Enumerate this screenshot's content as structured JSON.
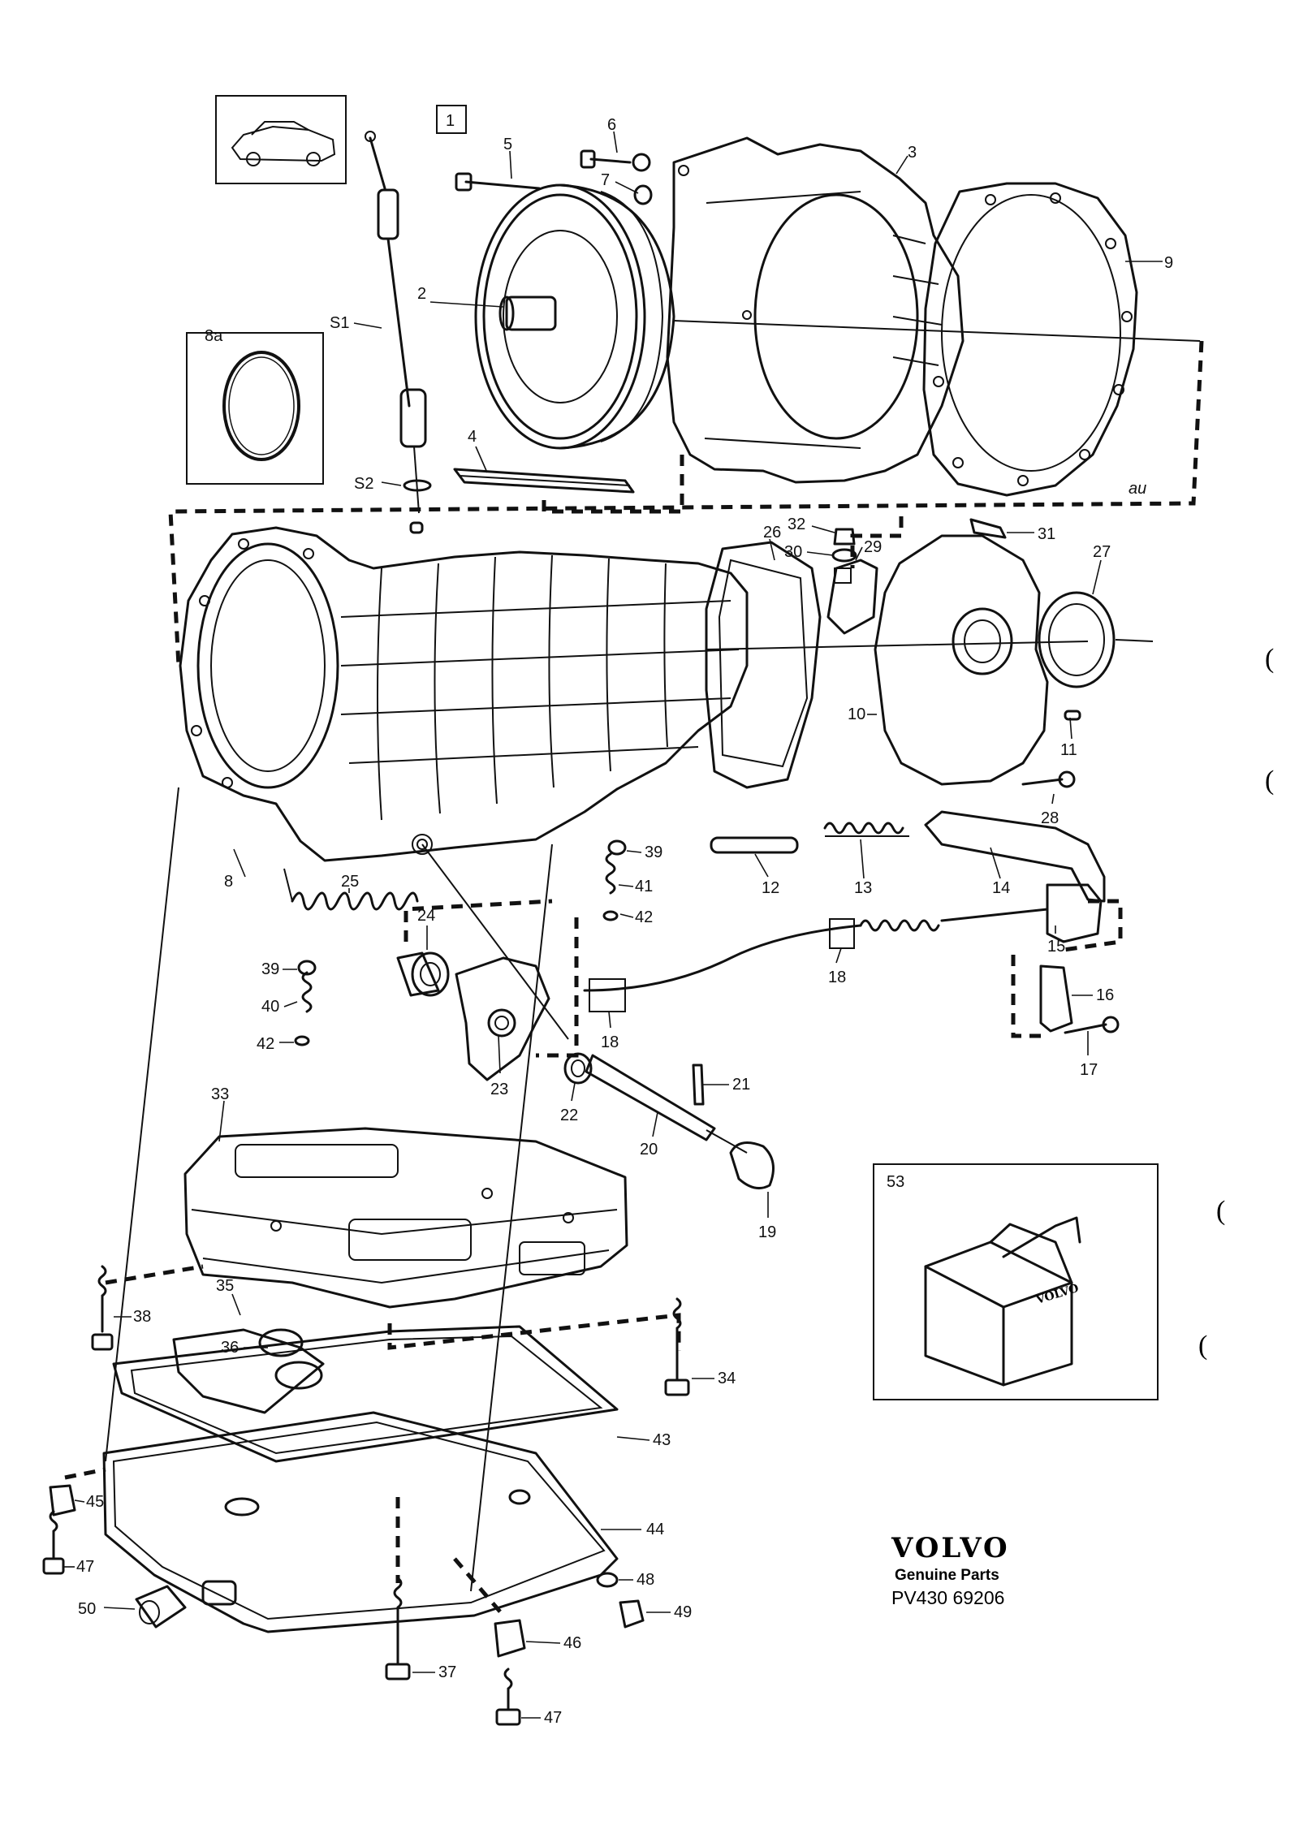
{
  "brand": {
    "name": "VOLVO",
    "tagline": "Genuine Parts",
    "code": "PV430 69206",
    "box_logo": "VOLVO"
  },
  "section_number": "1",
  "signature": "au",
  "margin_marks": [
    "(",
    "(",
    "(",
    "("
  ],
  "callouts": {
    "s1": "S1",
    "s2": "S2",
    "c2": "2",
    "c3": "3",
    "c4": "4",
    "c5": "5",
    "c6": "6",
    "c7": "7",
    "c8a": "8a",
    "c9": "9",
    "c8": "8",
    "c10": "10",
    "c11": "11",
    "c12": "12",
    "c13": "13",
    "c14": "14",
    "c15": "15",
    "c16": "16",
    "c17": "17",
    "c18a": "18",
    "c18b": "18",
    "c19": "19",
    "c20": "20",
    "c21": "21",
    "c22": "22",
    "c23": "23",
    "c24": "24",
    "c25": "25",
    "c26": "26",
    "c27": "27",
    "c28": "28",
    "c29": "29",
    "c30": "30",
    "c31": "31",
    "c32": "32",
    "c33": "33",
    "c34": "34",
    "c35": "35",
    "c36": "36",
    "c37": "37",
    "c38": "38",
    "c39a": "39",
    "c39b": "39",
    "c40": "40",
    "c41": "41",
    "c42a": "42",
    "c42b": "42",
    "c43": "43",
    "c44": "44",
    "c45": "45",
    "c46": "46",
    "c47a": "47",
    "c47b": "47",
    "c48": "48",
    "c49": "49",
    "c50": "50",
    "c53": "53"
  },
  "icons": [
    "car-thumbnail-icon",
    "o-ring-icon",
    "parts-box-icon"
  ]
}
